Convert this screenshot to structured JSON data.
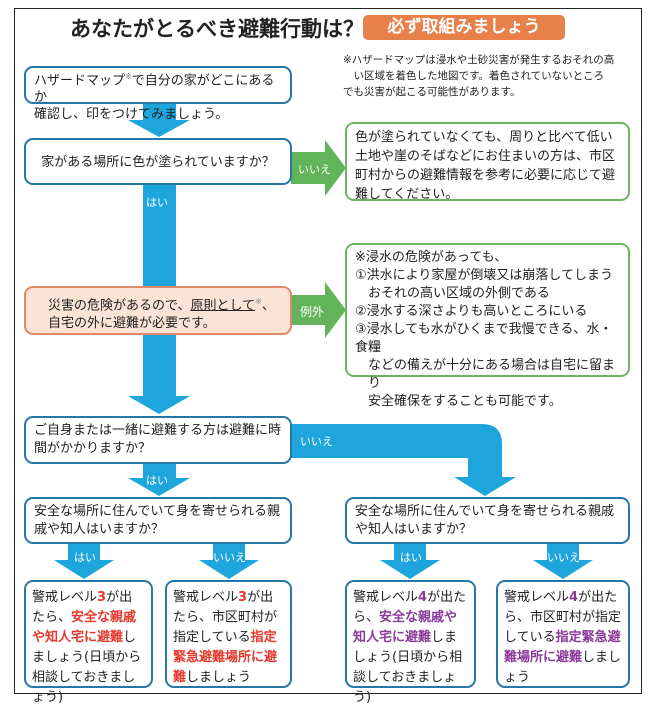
{
  "title": "あなたがとるべき避難行動は？",
  "badge": "必ず取組みましょう",
  "colors": {
    "arrow_blue": "#1ea6dc",
    "box_border": "#2677a9",
    "green": "#62b35a",
    "orange": "#e8804a",
    "level3": "#e8382d",
    "level4": "#8b3a9a"
  },
  "note": {
    "line1": "※ハザードマップは浸水や土砂災害が発生するおそれの高",
    "line2": "い区域を着色した地図です。着色されていないところ",
    "line3": "でも災害が起こる可能性があります。"
  },
  "step1": {
    "a": "ハザードマップ",
    "mark": "※",
    "b": "で自分の家がどこにあるか",
    "c": "確認し、印をつけてみましょう。"
  },
  "q1": {
    "text": "家がある場所に色が塗られていますか？",
    "yes": "はい",
    "no": "いいえ"
  },
  "no1": {
    "text": "色が塗られていなくても、周りと比べて低い土地や崖のそばなどにお住まいの方は、市区町村からの避難情報を参考に必要に応じて避難してください。"
  },
  "must": {
    "a": "災害の危険があるので、",
    "b": "原則として",
    "mark": "※",
    "c": "、",
    "d": "自宅の外に避難が必要です。",
    "exception": "例外"
  },
  "exception": {
    "head": "※浸水の危険があっても、",
    "i1": "①洪水により家屋が倒壊又は崩落してしまう",
    "i1b": "おそれの高い区域の外側である",
    "i2": "②浸水する深さよりも高いところにいる",
    "i3": "③浸水しても水がひくまで我慢できる、水・食糧",
    "i3b": "などの備えが十分にある場合は自宅に留まり",
    "i3c": "安全確保をすることも可能です。"
  },
  "q2": {
    "text": "ご自身または一緒に避難する方は避難に時間がかかりますか？",
    "yes": "はい",
    "no": "いいえ"
  },
  "q3": {
    "text": "安全な場所に住んでいて身を寄せられる親戚や知人はいますか？",
    "yes": "はい",
    "no": "いいえ"
  },
  "results": [
    {
      "a": "警戒レベル",
      "lvl": "3",
      "b": "が出たら、",
      "hl": "安全な親戚や知人宅に避難",
      "c": "しましょう(日頃から相談しておきましょう)"
    },
    {
      "a": "警戒レベル",
      "lvl": "3",
      "b": "が出たら、市区町村が指定している",
      "hl": "指定緊急避難場所に避難",
      "c": "しましょう"
    },
    {
      "a": "警戒レベル",
      "lvl": "4",
      "b": "が出たら、",
      "hl": "安全な親戚や知人宅に避難",
      "c": "しましょう(日頃から相談しておきましょう)"
    },
    {
      "a": "警戒レベル",
      "lvl": "4",
      "b": "が出たら、市区町村が指定している",
      "hl": "指定緊急避難場所に避難",
      "c": "しましょう"
    }
  ]
}
